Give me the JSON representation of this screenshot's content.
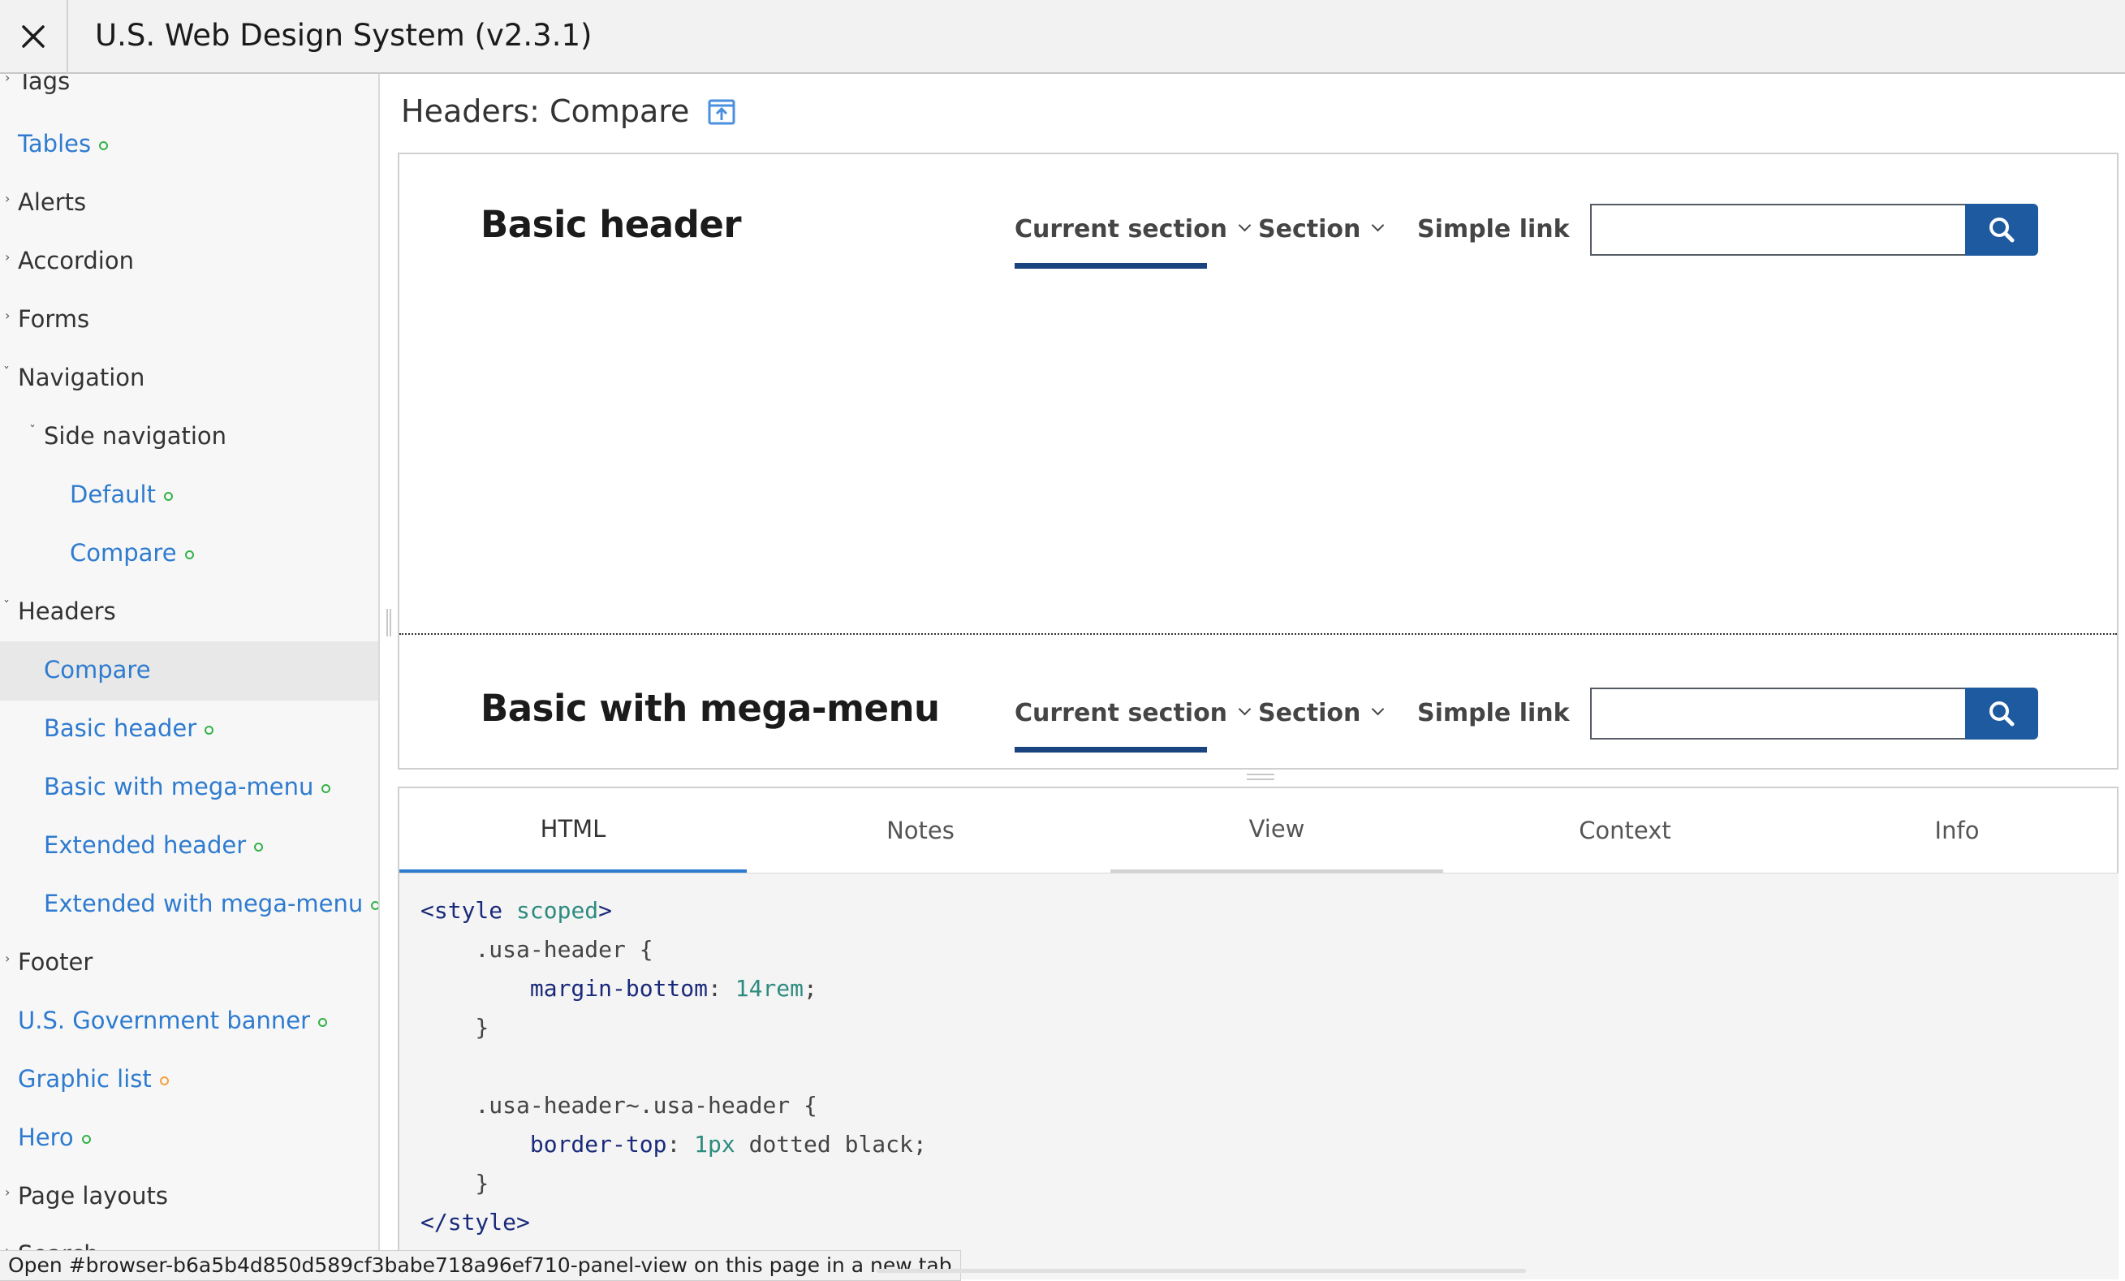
{
  "app": {
    "title": "U.S. Web Design System (v2.3.1)"
  },
  "sidebar": {
    "items": [
      {
        "label": "Tags",
        "type": "group",
        "expanded": false
      },
      {
        "label": "Tables",
        "type": "link",
        "status": "ready"
      },
      {
        "label": "Alerts",
        "type": "group",
        "expanded": false
      },
      {
        "label": "Accordion",
        "type": "group",
        "expanded": false
      },
      {
        "label": "Forms",
        "type": "group",
        "expanded": false
      },
      {
        "label": "Navigation",
        "type": "group",
        "expanded": true
      },
      {
        "label": "Side navigation",
        "type": "group",
        "expanded": true
      },
      {
        "label": "Default",
        "type": "link",
        "status": "ready"
      },
      {
        "label": "Compare",
        "type": "link",
        "status": "ready"
      },
      {
        "label": "Headers",
        "type": "group",
        "expanded": true
      },
      {
        "label": "Compare",
        "type": "link",
        "active": true
      },
      {
        "label": "Basic header",
        "type": "link",
        "status": "ready"
      },
      {
        "label": "Basic with mega-menu",
        "type": "link",
        "status": "ready"
      },
      {
        "label": "Extended header",
        "type": "link",
        "status": "ready"
      },
      {
        "label": "Extended with mega-menu",
        "type": "link",
        "status": "ready"
      },
      {
        "label": "Footer",
        "type": "group",
        "expanded": false
      },
      {
        "label": "U.S. Government banner",
        "type": "link",
        "status": "ready"
      },
      {
        "label": "Graphic list",
        "type": "link",
        "status": "wip"
      },
      {
        "label": "Hero",
        "type": "link",
        "status": "ready"
      },
      {
        "label": "Page layouts",
        "type": "group",
        "expanded": false
      },
      {
        "label": "Search",
        "type": "group",
        "expanded": false
      }
    ]
  },
  "main": {
    "page_title": "Headers: Compare",
    "open_in_new_tab_icon": "open-in-new-tab-icon",
    "preview": {
      "headers": [
        {
          "title": "Basic header",
          "nav": [
            "Current section",
            "Section",
            "Simple link"
          ],
          "search_placeholder": ""
        },
        {
          "title": "Basic with mega-menu",
          "nav": [
            "Current section",
            "Section",
            "Simple link"
          ],
          "search_placeholder": ""
        }
      ]
    },
    "tabs": [
      {
        "label": "HTML",
        "active": true
      },
      {
        "label": "Notes"
      },
      {
        "label": "View"
      },
      {
        "label": "Context"
      },
      {
        "label": "Info"
      }
    ],
    "code": {
      "line1_open": "<style",
      "line1_attr": "scoped",
      "line1_close": ">",
      "line2": ".usa-header {",
      "line3_prop": "margin-bottom",
      "line3_sep": ":",
      "line3_value": "14rem",
      "line3_end": ";",
      "line4": "}",
      "line6": ".usa-header~.usa-header {",
      "line7_prop": "border-top",
      "line7_sep": ":",
      "line7_value": "1px",
      "line7_rest": "dotted black;",
      "line8": "}",
      "line9": "</style>"
    }
  },
  "status_bar": {
    "text": "Open #browser-b6a5b4d850d589cf3babe718a96ef710-panel-view on this page in a new tab"
  },
  "colors": {
    "link": "#2e7bcf",
    "primary_button": "#1e5aa0",
    "current_underline": "#1a4480",
    "status_ready": "#33b24a",
    "status_wip": "#f2a23c"
  }
}
